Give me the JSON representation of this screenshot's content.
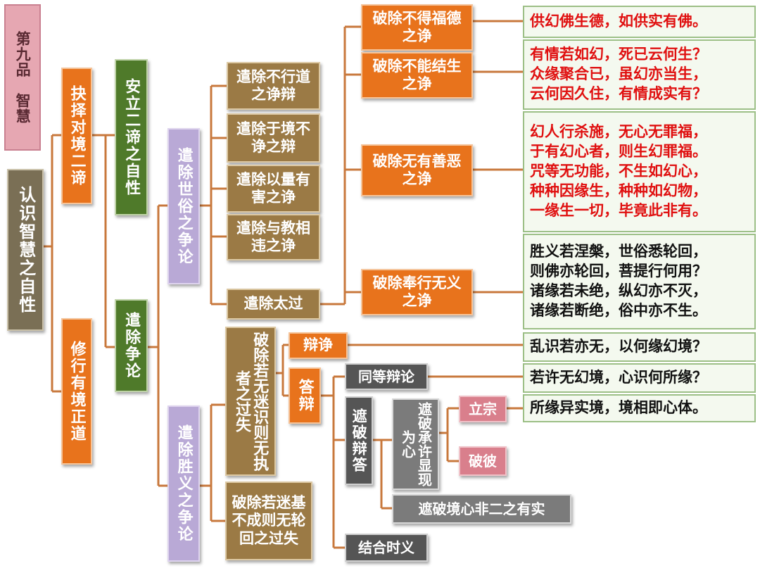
{
  "nodes": {
    "chapter": "第九品　智慧",
    "root": "认识智慧之自性",
    "determine": "抉择对境二谛",
    "practice": "修行有境正道",
    "establish": "安立二谛之自性",
    "eliminate_disputes": "遣除争论",
    "conventional_disputes": "遣除世俗之争论",
    "ultimate_disputes": "遣除胜义之争论",
    "c1": "遣除不行道之诤辩",
    "c2": "遣除于境不诤之辩",
    "c3": "遣除以量有害之诤",
    "c4": "遣除与教相违之诤",
    "c5": "遣除太过",
    "o1": "破除不得福德之诤",
    "o2": "破除不能结生之诤",
    "o3": "破除无有善恶之诤",
    "o4": "破除奉行无义之诤",
    "u1": "破除若无迷识则无执者之过失",
    "u2": "破除若迷基不成则无轮回之过失",
    "debate": "辩诤",
    "answer": "答辩",
    "equal": "同等辩论",
    "refute_answer": "遮破辩答",
    "refute_mind": "遮破承许显现为心",
    "establish_tenet": "立宗",
    "refute_other": "破彼",
    "refute_nondual": "遮破境心非二之有实",
    "combine": "结合时义"
  },
  "notes": {
    "n1": [
      "供幻佛生德，如供实有佛。"
    ],
    "n2": [
      "有情若如幻，死已云何生？",
      "众缘聚合已，虽幻亦当生，",
      "云何因久住，有情成实有？"
    ],
    "n3": [
      "幻人行杀施，无心无罪福，",
      "于有幻心者，则生幻罪福。",
      "咒等无功能，不生如幻心，",
      "种种因缘生，种种如幻物，",
      "一缘生一切，毕竟此非有。"
    ],
    "n4": [
      "胜义若涅槃，世俗悉轮回，",
      "则佛亦轮回，菩提行何用？",
      "诸缘若未绝，纵幻亦不灭，",
      "诸缘若断绝，俗中亦不生。"
    ],
    "n5": [
      "乱识若亦无，以何缘幻境？"
    ],
    "n6": [
      "若许无幻境，心识何所缘？"
    ],
    "n7": [
      "所缘异实境，境相即心体。"
    ]
  },
  "colors": {
    "connector": "#c8783c",
    "pink": "#e6a7b2",
    "dark_olive": "#7a6f55",
    "orange": "#e8731c",
    "green": "#4f7a2a",
    "lavender": "#b9a9d6",
    "brown": "#9b7a45",
    "dark_gray": "#555555",
    "gray": "#7b7b7b",
    "rose": "#d97f8c",
    "note_red_text": "#e01010",
    "note_border": "#9cbf86"
  }
}
